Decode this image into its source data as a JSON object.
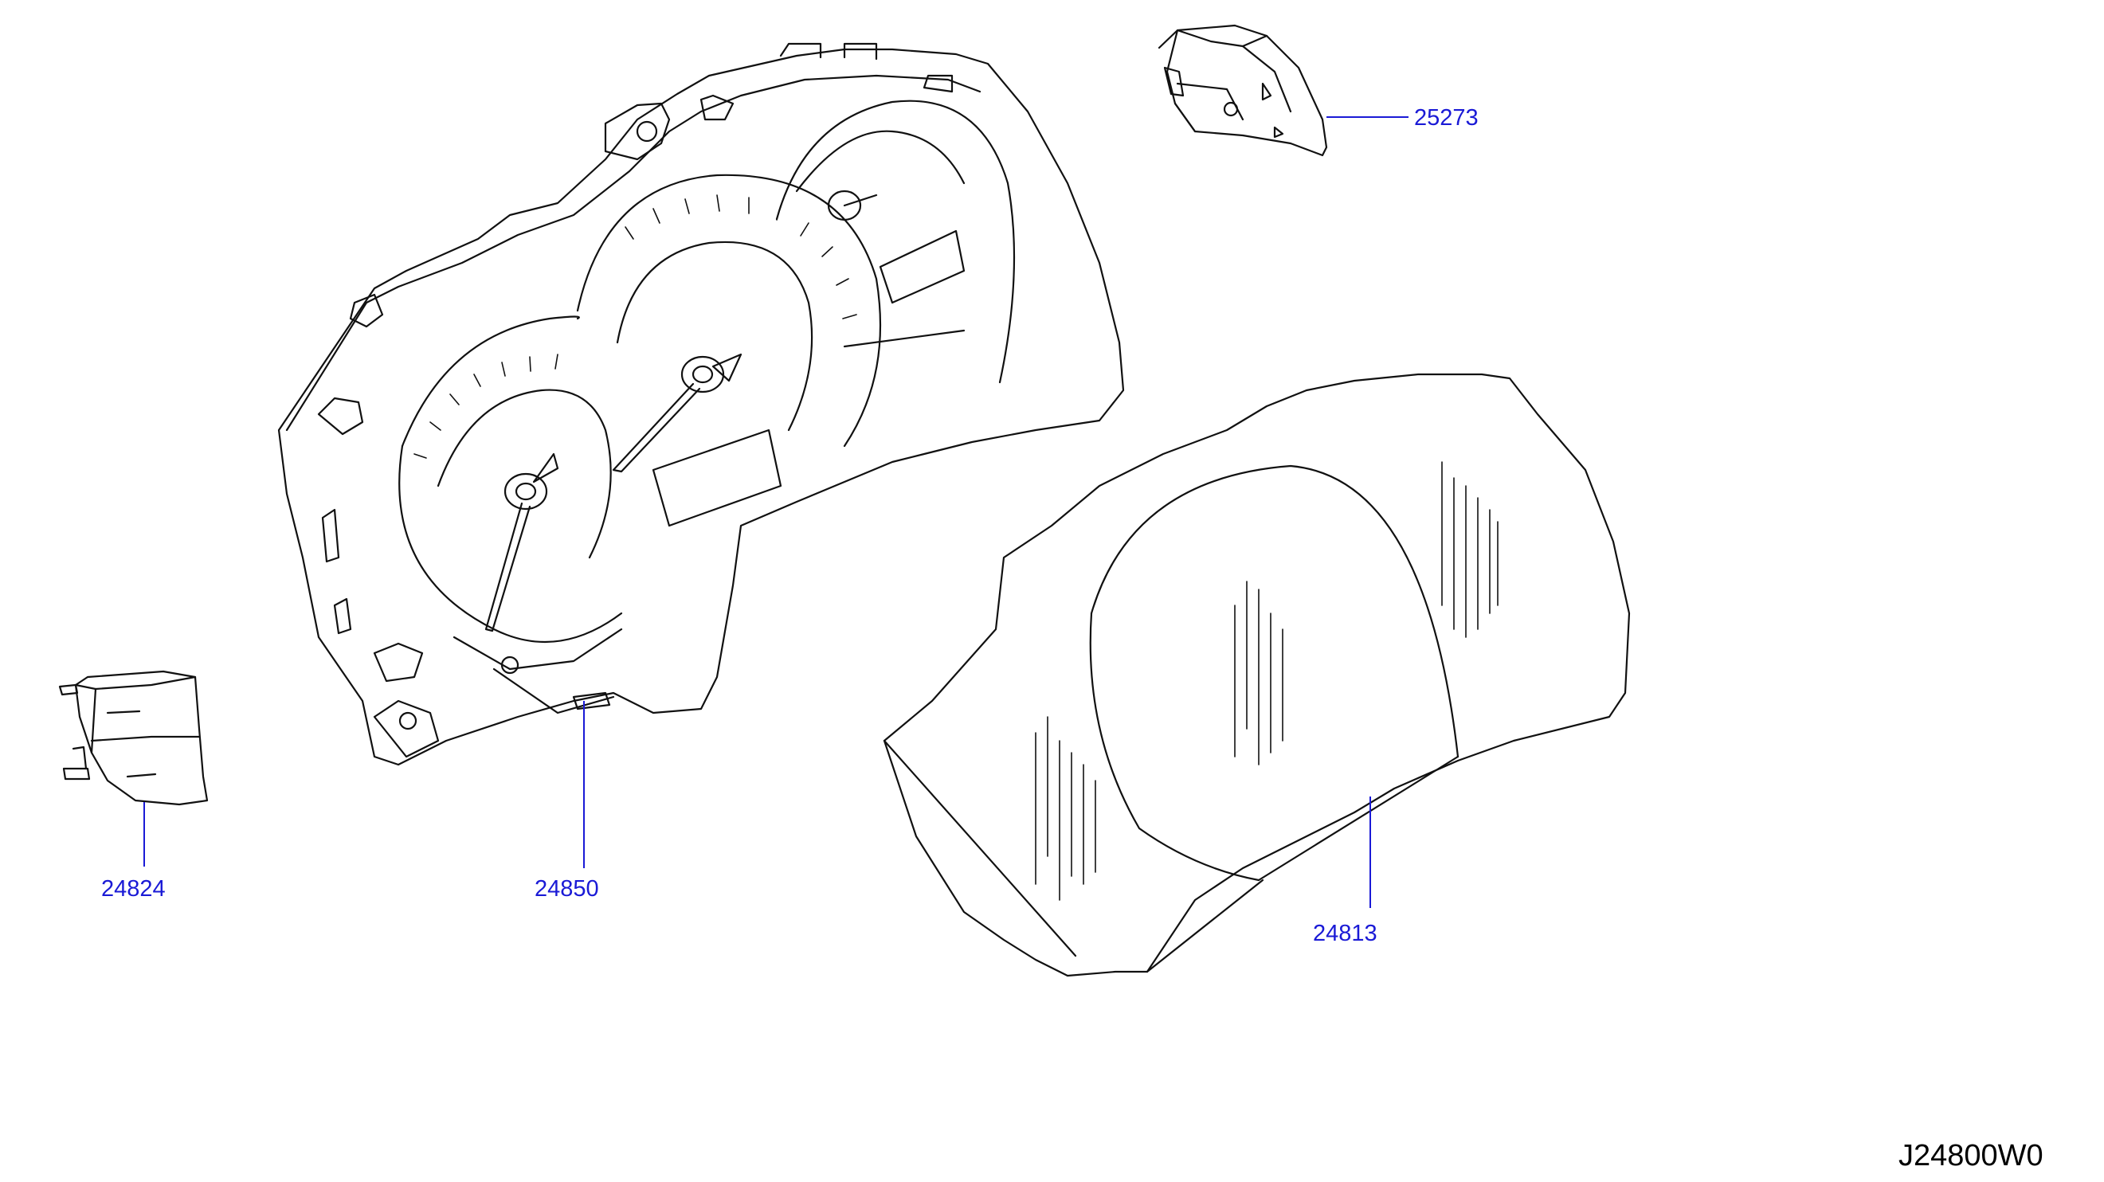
{
  "diagram": {
    "figure_code": "J24800W0",
    "colors": {
      "callout": "#1a1ad6",
      "line_art": "#111111",
      "background": "#ffffff"
    },
    "parts": [
      {
        "id": "p25273",
        "number": "25273"
      },
      {
        "id": "p24824",
        "number": "24824"
      },
      {
        "id": "p24850",
        "number": "24850"
      },
      {
        "id": "p24813",
        "number": "24813"
      }
    ]
  }
}
